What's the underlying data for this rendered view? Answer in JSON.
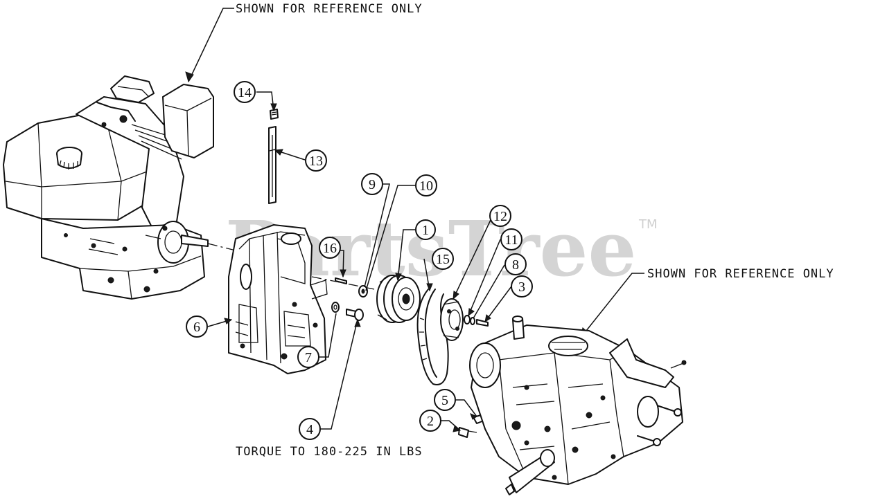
{
  "notes": {
    "engine_reference": "SHOWN FOR REFERENCE ONLY",
    "transmission_reference": "SHOWN FOR REFERENCE ONLY",
    "torque": "TORQUE TO 180-225 IN LBS"
  },
  "watermark": {
    "text": "PartsTree",
    "tm": "TM"
  },
  "callouts": [
    {
      "id": "c1",
      "number": "1"
    },
    {
      "id": "c2",
      "number": "2"
    },
    {
      "id": "c3",
      "number": "3"
    },
    {
      "id": "c4",
      "number": "4"
    },
    {
      "id": "c5",
      "number": "5"
    },
    {
      "id": "c6",
      "number": "6"
    },
    {
      "id": "c7",
      "number": "7"
    },
    {
      "id": "c8",
      "number": "8"
    },
    {
      "id": "c9",
      "number": "9"
    },
    {
      "id": "c10",
      "number": "10"
    },
    {
      "id": "c11",
      "number": "11"
    },
    {
      "id": "c12",
      "number": "12"
    },
    {
      "id": "c13",
      "number": "13"
    },
    {
      "id": "c14",
      "number": "14"
    },
    {
      "id": "c15",
      "number": "15"
    },
    {
      "id": "c16",
      "number": "16"
    }
  ]
}
